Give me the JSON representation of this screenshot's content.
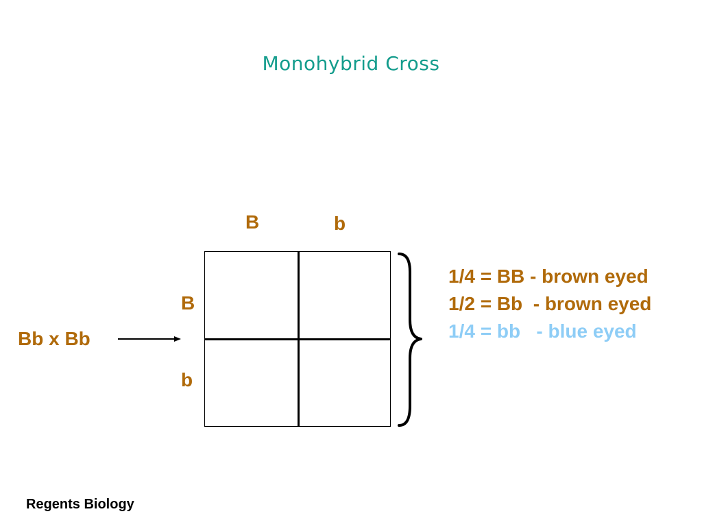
{
  "slide": {
    "title": "Monohybrid Cross",
    "title_color": "#139c8c",
    "footer": "Regents Biology"
  },
  "cross": {
    "label": "Bb x Bb",
    "color": "#b06a0a"
  },
  "punnett": {
    "top_alleles": [
      "B",
      "b"
    ],
    "side_alleles": [
      "B",
      "b"
    ],
    "cells": [
      [
        "",
        ""
      ],
      [
        "",
        ""
      ]
    ],
    "allele_color": "#b06a0a"
  },
  "results": [
    {
      "text": "1/4 = BB - brown eyed",
      "color": "#b06a0a"
    },
    {
      "text": "1/2 = Bb  - brown eyed",
      "color": "#b06a0a"
    },
    {
      "text": "1/4 = bb   - blue eyed",
      "color": "#8ecdf6"
    }
  ]
}
